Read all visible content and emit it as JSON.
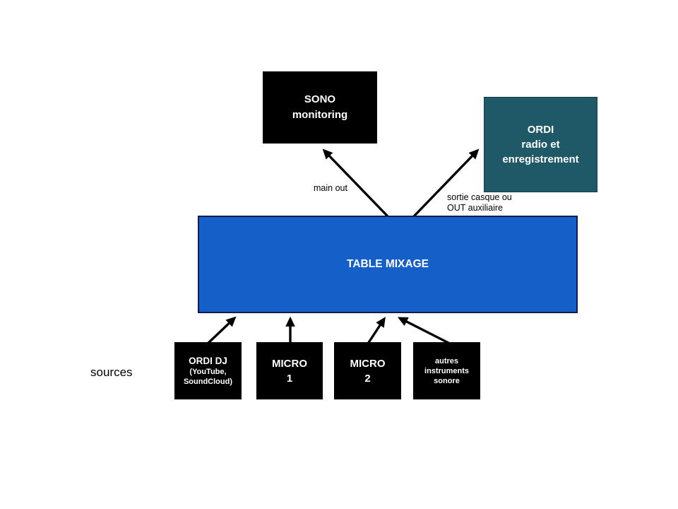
{
  "colors": {
    "box_black": "#000000",
    "table_blue": "#1560c8",
    "ordi_teal": "#1f5866",
    "arrow_black": "#000000",
    "text_white": "#ffffff"
  },
  "diagram": {
    "sources_label": "sources",
    "nodes": {
      "sono": {
        "lines": [
          "SONO",
          "monitoring"
        ]
      },
      "ordi_radio": {
        "lines": [
          "ORDI",
          "radio et",
          "enregistrement"
        ]
      },
      "table_mixage": {
        "label": "TABLE MIXAGE"
      },
      "ordi_dj": {
        "title": "ORDI DJ",
        "sub_lines": [
          "(YouTube,",
          "SoundCloud)"
        ]
      },
      "micro_1": {
        "lines": [
          "MICRO",
          "1"
        ]
      },
      "micro_2": {
        "lines": [
          "MICRO",
          "2"
        ]
      },
      "autres_instruments": {
        "lines": [
          "autres",
          "instruments",
          "sonore"
        ]
      }
    },
    "edge_labels": {
      "main_out": "main out",
      "sortie_line1": "sortie casque ou",
      "sortie_line2": "OUT auxiliaire"
    },
    "edges": [
      {
        "from": "table_mixage",
        "to": "sono",
        "label": "main out"
      },
      {
        "from": "table_mixage",
        "to": "ordi_radio",
        "label": "sortie casque ou OUT auxiliaire"
      },
      {
        "from": "ordi_dj",
        "to": "table_mixage"
      },
      {
        "from": "micro_1",
        "to": "table_mixage"
      },
      {
        "from": "micro_2",
        "to": "table_mixage"
      },
      {
        "from": "autres_instruments",
        "to": "table_mixage"
      }
    ]
  }
}
